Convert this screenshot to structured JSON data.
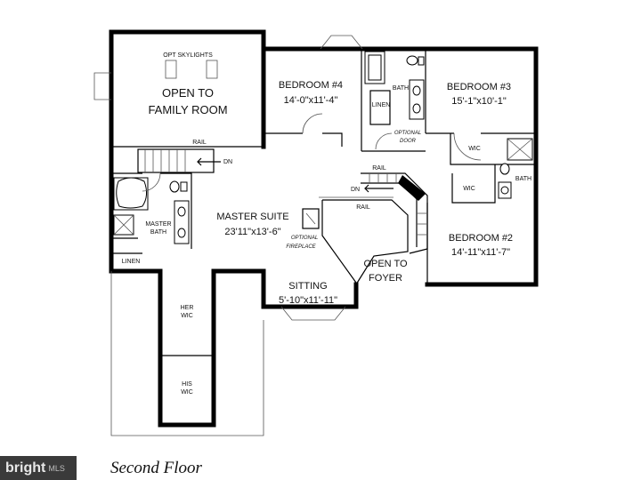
{
  "plan": {
    "caption": "Second Floor",
    "rooms": {
      "open_family": {
        "name_line1": "OPEN TO",
        "name_line2": "FAMILY ROOM",
        "note": "OPT SKYLIGHTS"
      },
      "bedroom4": {
        "name": "BEDROOM #4",
        "size": "14'-0\"x11'-4\""
      },
      "bedroom3": {
        "name": "BEDROOM #3",
        "size": "15'-1\"x10'-1\""
      },
      "bedroom2": {
        "name": "BEDROOM #2",
        "size": "14'-11\"x11'-7\""
      },
      "master": {
        "name": "MASTER SUITE",
        "size": "23'11\"x13'-6\""
      },
      "sitting": {
        "name": "SITTING",
        "size": "5'-10\"x11'-11\""
      },
      "foyer": {
        "name_line1": "OPEN TO",
        "name_line2": "FOYER"
      },
      "master_bath": {
        "name_line1": "MASTER",
        "name_line2": "BATH"
      },
      "her_wic": {
        "name_line1": "HER",
        "name_line2": "WIC"
      },
      "his_wic": {
        "name_line1": "HIS",
        "name_line2": "WIC"
      }
    },
    "small_labels": {
      "bath_hall": "BATH",
      "linen_hall": "LINEN",
      "optional_door_1": "OPTIONAL",
      "optional_door_2": "DOOR",
      "rail_top": "RAIL",
      "dn_top": "DN",
      "rail_mid": "RAIL",
      "dn_mid": "DN",
      "rail_low": "RAIL",
      "wic_upper": "WIC",
      "wic_lower": "WIC",
      "bath_right": "BATH",
      "linen_master": "LINEN",
      "fireplace_1": "OPTIONAL",
      "fireplace_2": "FIREPLACE"
    }
  },
  "watermark": {
    "brand": "bright",
    "suffix": "MLS"
  }
}
